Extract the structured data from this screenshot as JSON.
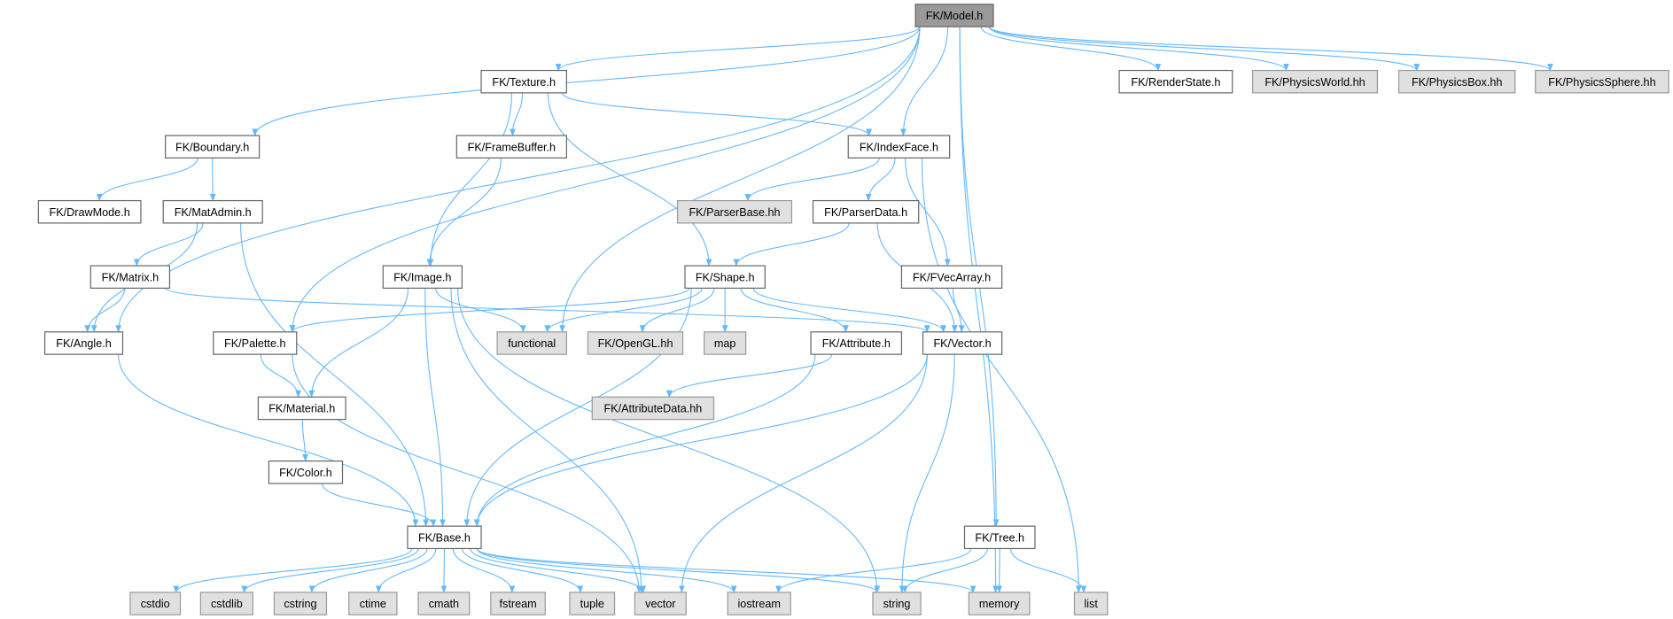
{
  "title": "FK/Model.h",
  "colors": {
    "edge": "#63b8ff",
    "root_fill": "#999999",
    "root_border": "#666666",
    "normal_fill": "#ffffff",
    "normal_border": "#666666",
    "external_fill": "#e0e0e0",
    "external_border": "#999999"
  },
  "nodes": [
    {
      "id": "model",
      "label": "FK/Model.h",
      "kind": "root"
    },
    {
      "id": "texture",
      "label": "FK/Texture.h",
      "kind": "normal"
    },
    {
      "id": "renderstate",
      "label": "FK/RenderState.h",
      "kind": "normal"
    },
    {
      "id": "physicsworld",
      "label": "FK/PhysicsWorld.hh",
      "kind": "external"
    },
    {
      "id": "physicsbox",
      "label": "FK/PhysicsBox.hh",
      "kind": "external"
    },
    {
      "id": "physicssphere",
      "label": "FK/PhysicsSphere.hh",
      "kind": "external"
    },
    {
      "id": "boundary",
      "label": "FK/Boundary.h",
      "kind": "normal"
    },
    {
      "id": "framebuffer",
      "label": "FK/FrameBuffer.h",
      "kind": "normal"
    },
    {
      "id": "indexface",
      "label": "FK/IndexFace.h",
      "kind": "normal"
    },
    {
      "id": "drawmode",
      "label": "FK/DrawMode.h",
      "kind": "normal"
    },
    {
      "id": "matadmin",
      "label": "FK/MatAdmin.h",
      "kind": "normal"
    },
    {
      "id": "parserbase",
      "label": "FK/ParserBase.hh",
      "kind": "external"
    },
    {
      "id": "parserdata",
      "label": "FK/ParserData.h",
      "kind": "normal"
    },
    {
      "id": "matrix",
      "label": "FK/Matrix.h",
      "kind": "normal"
    },
    {
      "id": "image",
      "label": "FK/Image.h",
      "kind": "normal"
    },
    {
      "id": "shape",
      "label": "FK/Shape.h",
      "kind": "normal"
    },
    {
      "id": "fvecarray",
      "label": "FK/FVecArray.h",
      "kind": "normal"
    },
    {
      "id": "angle",
      "label": "FK/Angle.h",
      "kind": "normal"
    },
    {
      "id": "palette",
      "label": "FK/Palette.h",
      "kind": "normal"
    },
    {
      "id": "functional",
      "label": "functional",
      "kind": "external"
    },
    {
      "id": "opengl",
      "label": "FK/OpenGL.hh",
      "kind": "external"
    },
    {
      "id": "map",
      "label": "map",
      "kind": "external"
    },
    {
      "id": "attribute",
      "label": "FK/Attribute.h",
      "kind": "normal"
    },
    {
      "id": "vectorh",
      "label": "FK/Vector.h",
      "kind": "normal"
    },
    {
      "id": "material",
      "label": "FK/Material.h",
      "kind": "normal"
    },
    {
      "id": "attributedata",
      "label": "FK/AttributeData.hh",
      "kind": "external"
    },
    {
      "id": "color",
      "label": "FK/Color.h",
      "kind": "normal"
    },
    {
      "id": "base",
      "label": "FK/Base.h",
      "kind": "normal"
    },
    {
      "id": "tree",
      "label": "FK/Tree.h",
      "kind": "normal"
    },
    {
      "id": "cstdio",
      "label": "cstdio",
      "kind": "external"
    },
    {
      "id": "cstdlib",
      "label": "cstdlib",
      "kind": "external"
    },
    {
      "id": "cstring",
      "label": "cstring",
      "kind": "external"
    },
    {
      "id": "ctime",
      "label": "ctime",
      "kind": "external"
    },
    {
      "id": "cmath",
      "label": "cmath",
      "kind": "external"
    },
    {
      "id": "fstream",
      "label": "fstream",
      "kind": "external"
    },
    {
      "id": "tuple",
      "label": "tuple",
      "kind": "external"
    },
    {
      "id": "vector",
      "label": "vector",
      "kind": "external"
    },
    {
      "id": "iostream",
      "label": "iostream",
      "kind": "external"
    },
    {
      "id": "string",
      "label": "string",
      "kind": "external"
    },
    {
      "id": "memory",
      "label": "memory",
      "kind": "external"
    },
    {
      "id": "list",
      "label": "list",
      "kind": "external"
    }
  ],
  "edges": [
    [
      "model",
      "angle"
    ],
    [
      "model",
      "boundary"
    ],
    [
      "model",
      "texture"
    ],
    [
      "model",
      "functional"
    ],
    [
      "model",
      "palette"
    ],
    [
      "model",
      "indexface"
    ],
    [
      "model",
      "renderstate"
    ],
    [
      "model",
      "physicsworld"
    ],
    [
      "model",
      "physicsbox"
    ],
    [
      "model",
      "physicssphere"
    ],
    [
      "model",
      "tree"
    ],
    [
      "model",
      "memory"
    ],
    [
      "texture",
      "image"
    ],
    [
      "texture",
      "framebuffer"
    ],
    [
      "texture",
      "shape"
    ],
    [
      "texture",
      "indexface"
    ],
    [
      "boundary",
      "drawmode"
    ],
    [
      "boundary",
      "matadmin"
    ],
    [
      "framebuffer",
      "image"
    ],
    [
      "indexface",
      "parserbase"
    ],
    [
      "indexface",
      "parserdata"
    ],
    [
      "indexface",
      "fvecarray"
    ],
    [
      "indexface",
      "list"
    ],
    [
      "matadmin",
      "matrix"
    ],
    [
      "matadmin",
      "angle"
    ],
    [
      "matadmin",
      "base"
    ],
    [
      "parserdata",
      "shape"
    ],
    [
      "parserdata",
      "vectorh"
    ],
    [
      "matrix",
      "angle"
    ],
    [
      "matrix",
      "vectorh"
    ],
    [
      "image",
      "functional"
    ],
    [
      "image",
      "material"
    ],
    [
      "image",
      "base"
    ],
    [
      "image",
      "vector"
    ],
    [
      "image",
      "string"
    ],
    [
      "shape",
      "palette"
    ],
    [
      "shape",
      "functional"
    ],
    [
      "shape",
      "opengl"
    ],
    [
      "shape",
      "map"
    ],
    [
      "shape",
      "attribute"
    ],
    [
      "shape",
      "vectorh"
    ],
    [
      "shape",
      "base"
    ],
    [
      "fvecarray",
      "vectorh"
    ],
    [
      "angle",
      "base"
    ],
    [
      "palette",
      "material"
    ],
    [
      "palette",
      "vector"
    ],
    [
      "attribute",
      "attributedata"
    ],
    [
      "attribute",
      "base"
    ],
    [
      "vectorh",
      "base"
    ],
    [
      "vectorh",
      "vector"
    ],
    [
      "vectorh",
      "string"
    ],
    [
      "material",
      "color"
    ],
    [
      "color",
      "base"
    ],
    [
      "base",
      "cstdio"
    ],
    [
      "base",
      "cstdlib"
    ],
    [
      "base",
      "cstring"
    ],
    [
      "base",
      "ctime"
    ],
    [
      "base",
      "cmath"
    ],
    [
      "base",
      "fstream"
    ],
    [
      "base",
      "tuple"
    ],
    [
      "base",
      "vector"
    ],
    [
      "base",
      "iostream"
    ],
    [
      "base",
      "string"
    ],
    [
      "base",
      "memory"
    ],
    [
      "tree",
      "iostream"
    ],
    [
      "tree",
      "string"
    ],
    [
      "tree",
      "memory"
    ],
    [
      "tree",
      "list"
    ]
  ]
}
